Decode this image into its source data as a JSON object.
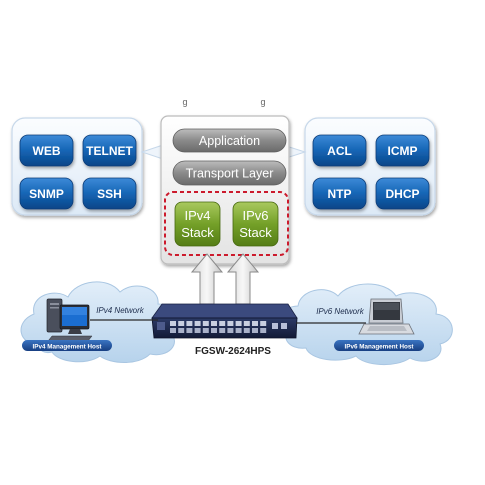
{
  "stack": {
    "application": "Application",
    "transport": "Transport Layer",
    "ipv4": [
      "IPv4",
      "Stack"
    ],
    "ipv6": [
      "IPv6",
      "Stack"
    ],
    "tick_left": "g",
    "tick_right": "g"
  },
  "left_services": [
    "WEB",
    "TELNET",
    "SNMP",
    "SSH"
  ],
  "right_services": [
    "ACL",
    "ICMP",
    "NTP",
    "DHCP"
  ],
  "networks": {
    "left_label": "IPv4 Network",
    "right_label": "IPv6 Network",
    "left_host": "IPv4 Management Host",
    "right_host": "IPv6 Management Host"
  },
  "device": {
    "model": "FGSW-2624HPS"
  },
  "colors": {
    "service_blue": "#1565b5",
    "stack_green": "#6e9a1e",
    "stack_dashed": "#cc1a2c",
    "cloud_blue": "#c8def1",
    "host_label": "#1c4f9c"
  }
}
